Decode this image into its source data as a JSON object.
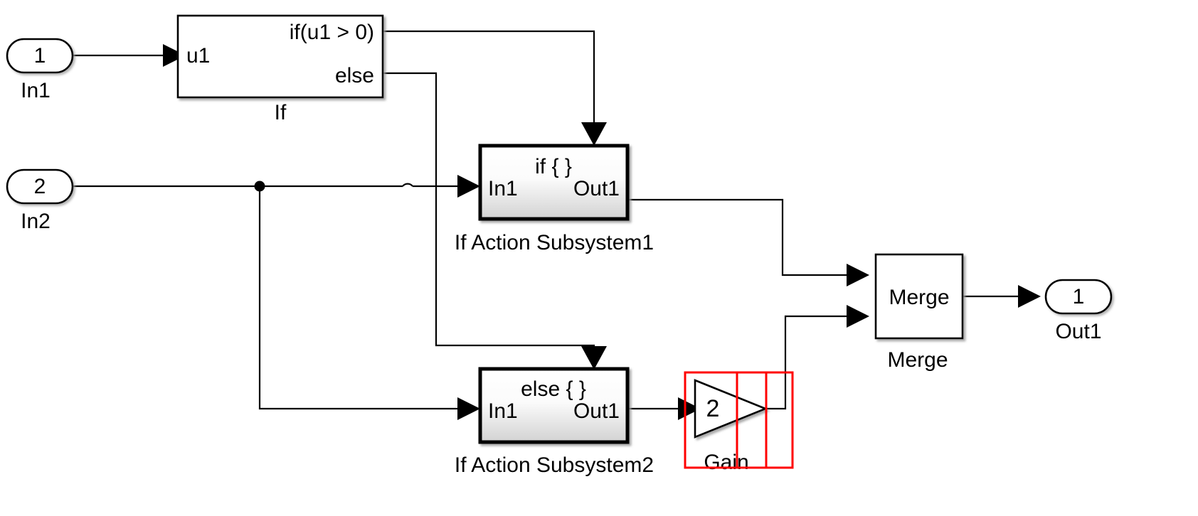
{
  "diagram": {
    "title": "If / If Action Subsystem model",
    "background_color": "#ffffff",
    "line_color": "#000000",
    "selection_color": "#ff0000",
    "block_fill_gradient_from": "#ffffff",
    "block_fill_gradient_to": "#d4d4d4"
  },
  "blocks": {
    "in1_port": {
      "port_number": "1",
      "label": "In1",
      "type": "inport"
    },
    "in2_port": {
      "port_number": "2",
      "label": "In2",
      "type": "inport"
    },
    "if_block": {
      "label": "If",
      "input_label": "u1",
      "condition_output": "if(u1 > 0)",
      "else_output": "else",
      "type": "if"
    },
    "if_action_subsystem1": {
      "label": "If Action Subsystem1",
      "header": "if { }",
      "input_label": "In1",
      "output_label": "Out1",
      "type": "subsystem"
    },
    "if_action_subsystem2": {
      "label": "If Action Subsystem2",
      "header": "else { }",
      "input_label": "In1",
      "output_label": "Out1",
      "type": "subsystem"
    },
    "gain_block": {
      "label": "Gain",
      "value": "2",
      "type": "gain",
      "selected": true,
      "selection_color": "#ff0000"
    },
    "merge_block": {
      "label": "Merge",
      "inner_text": "Merge",
      "type": "merge"
    },
    "out1_port": {
      "port_number": "1",
      "label": "Out1",
      "type": "outport"
    }
  },
  "signals": [
    {
      "name": "in1-to-if",
      "from": "In1",
      "to": "If.u1"
    },
    {
      "name": "if-cond-to-subsystem1",
      "from": "If.if(u1 > 0)",
      "to": "If Action Subsystem1.action"
    },
    {
      "name": "if-else-to-subsystem2",
      "from": "If.else",
      "to": "If Action Subsystem2.action"
    },
    {
      "name": "in2-to-subsystem1",
      "from": "In2",
      "to": "If Action Subsystem1.In1"
    },
    {
      "name": "in2-branch-to-subsystem2",
      "from": "In2",
      "to": "If Action Subsystem2.In1"
    },
    {
      "name": "subsystem1-to-merge",
      "from": "If Action Subsystem1.Out1",
      "to": "Merge.in1"
    },
    {
      "name": "subsystem2-to-gain",
      "from": "If Action Subsystem2.Out1",
      "to": "Gain"
    },
    {
      "name": "gain-to-merge",
      "from": "Gain",
      "to": "Merge.in2"
    },
    {
      "name": "merge-to-out1",
      "from": "Merge",
      "to": "Out1"
    }
  ]
}
